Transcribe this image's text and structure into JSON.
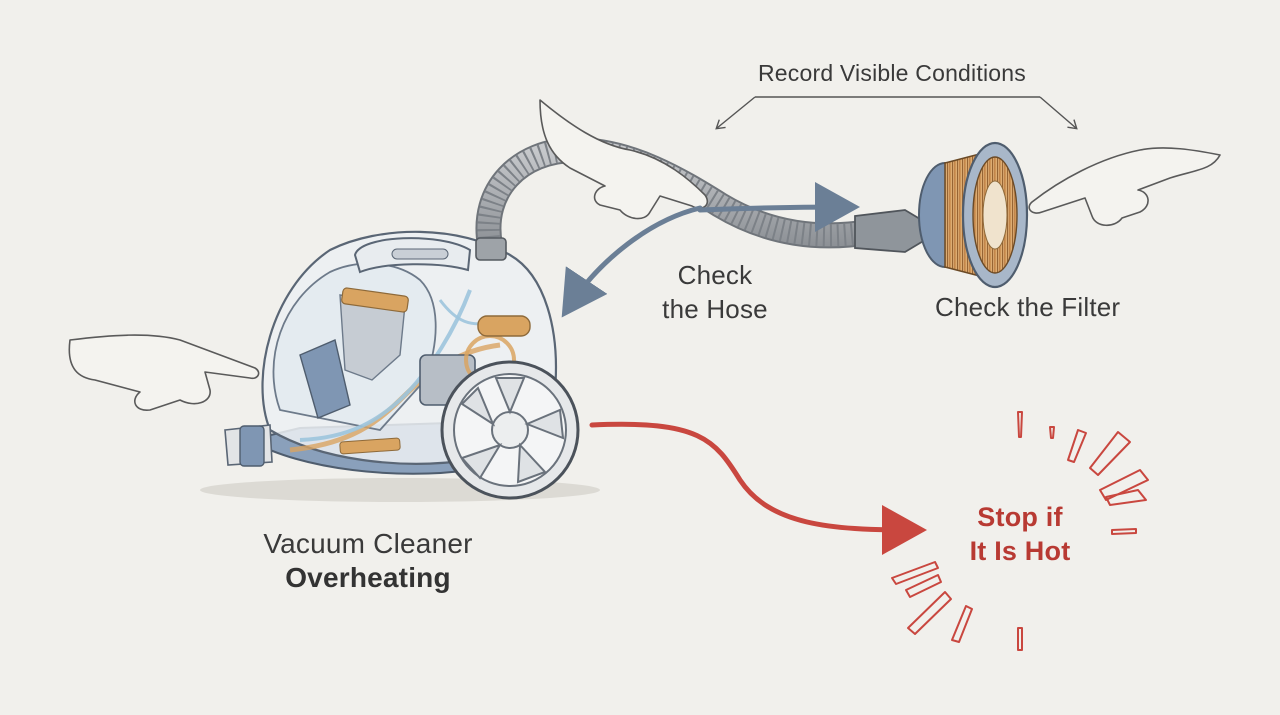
{
  "labels": {
    "record": "Record Visible Conditions",
    "hose_line1": "Check",
    "hose_line2": "the Hose",
    "filter": "Check the Filter",
    "main_line1": "Vacuum Cleaner",
    "main_line2": "Overheating",
    "hot_line1": "Stop if",
    "hot_line2": "It Is Hot"
  },
  "colors": {
    "background": "#f1f0ec",
    "ink": "#3a3a3a",
    "arrow_blue": "#6b7f96",
    "warning_red": "#c9473f",
    "body_blue": "#8aa0bb",
    "accent_orange": "#d9a461"
  },
  "icons": [
    "vacuum-cleaner-icon",
    "hose-icon",
    "filter-icon",
    "hand-icon",
    "heat-burst-icon"
  ]
}
